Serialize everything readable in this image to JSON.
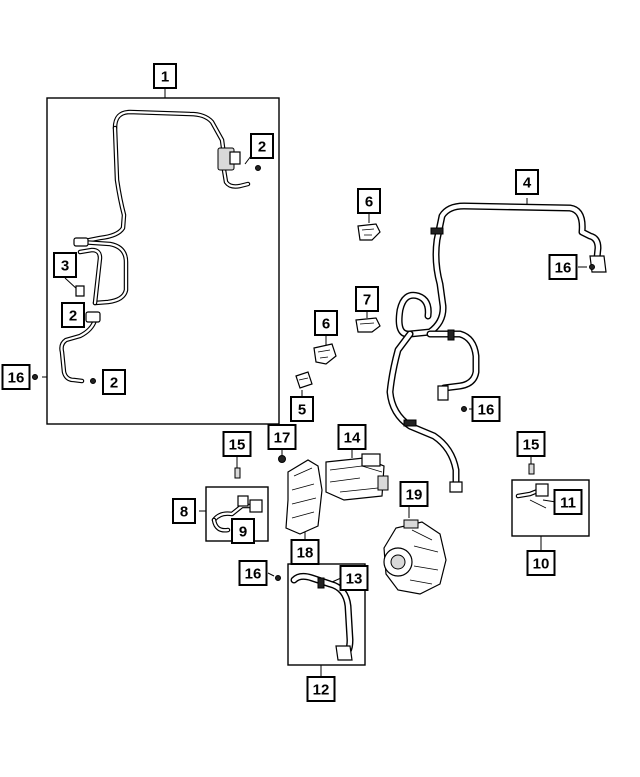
{
  "callouts": [
    {
      "id": "c1",
      "label": "1"
    },
    {
      "id": "c2a",
      "label": "2"
    },
    {
      "id": "c3",
      "label": "3"
    },
    {
      "id": "c2b",
      "label": "2"
    },
    {
      "id": "c16a",
      "label": "16"
    },
    {
      "id": "c2c",
      "label": "2"
    },
    {
      "id": "c4",
      "label": "4"
    },
    {
      "id": "c16b",
      "label": "16"
    },
    {
      "id": "c6a",
      "label": "6"
    },
    {
      "id": "c7",
      "label": "7"
    },
    {
      "id": "c6b",
      "label": "6"
    },
    {
      "id": "c5",
      "label": "5"
    },
    {
      "id": "c16c",
      "label": "16"
    },
    {
      "id": "c15a",
      "label": "15"
    },
    {
      "id": "c17",
      "label": "17"
    },
    {
      "id": "c14",
      "label": "14"
    },
    {
      "id": "c15b",
      "label": "15"
    },
    {
      "id": "c8",
      "label": "8"
    },
    {
      "id": "c9",
      "label": "9"
    },
    {
      "id": "c19",
      "label": "19"
    },
    {
      "id": "c11",
      "label": "11"
    },
    {
      "id": "c10",
      "label": "10"
    },
    {
      "id": "c18",
      "label": "18"
    },
    {
      "id": "c16d",
      "label": "16"
    },
    {
      "id": "c13",
      "label": "13"
    },
    {
      "id": "c12",
      "label": "12"
    }
  ]
}
